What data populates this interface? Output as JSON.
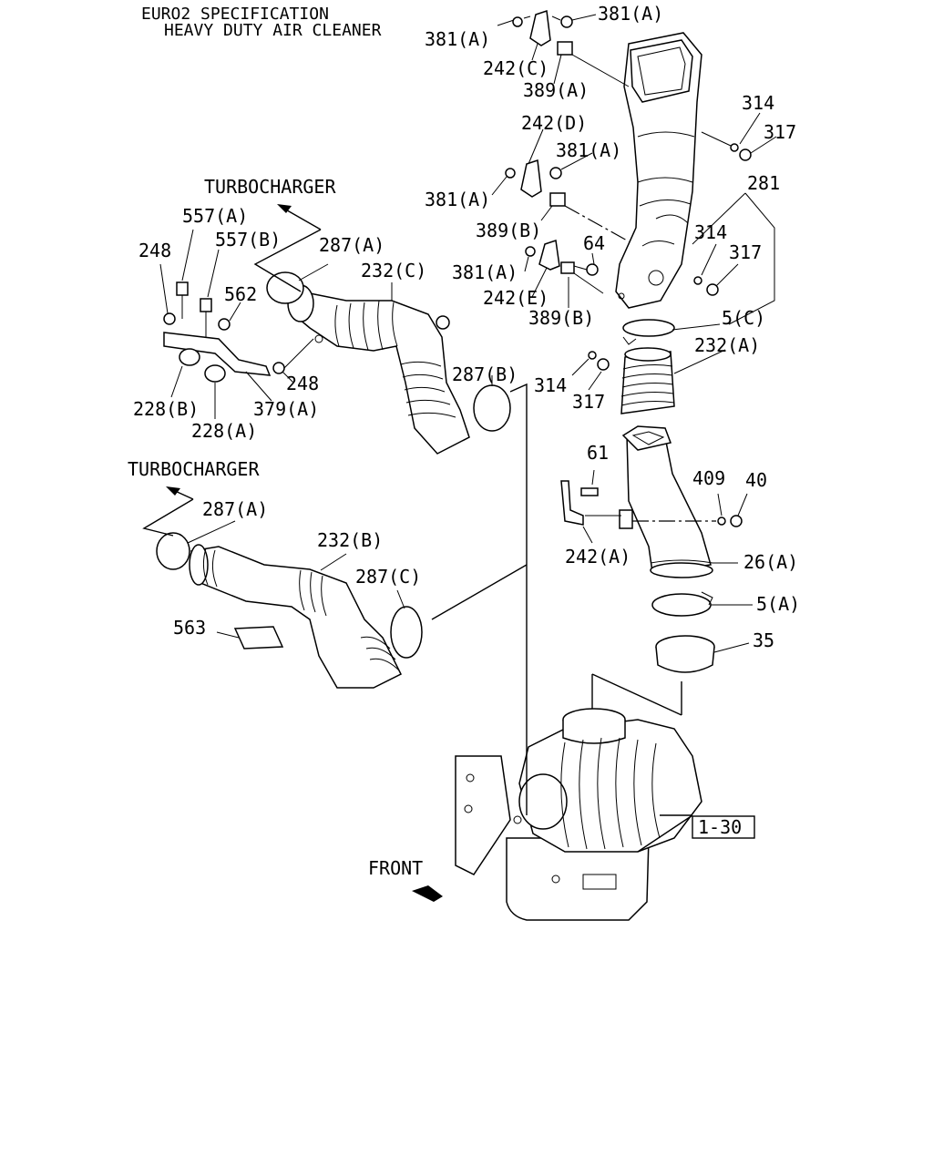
{
  "header": {
    "line1": "EURO2 SPECIFICATION",
    "line2": "HEAVY DUTY AIR CLEANER"
  },
  "notes": {
    "turbocharger_top": "TURBOCHARGER",
    "turbocharger_mid": "TURBOCHARGER",
    "front": "FRONT",
    "ref_box": "1-30"
  },
  "labels": {
    "p381a_1": "381(A)",
    "p381a_2": "381(A)",
    "p242c": "242(C)",
    "p389a": "389(A)",
    "p314_1": "314",
    "p317_1": "317",
    "p242d": "242(D)",
    "p381a_3": "381(A)",
    "p381a_4": "381(A)",
    "p281": "281",
    "p389b_1": "389(B)",
    "p64": "64",
    "p314_2": "314",
    "p317_2": "317",
    "p381a_5": "381(A)",
    "p242e": "242(E)",
    "p389b_2": "389(B)",
    "p5c": "5(C)",
    "p232a": "232(A)",
    "p314_3": "314",
    "p317_3": "317",
    "p557a": "557(A)",
    "p557b": "557(B)",
    "p248_1": "248",
    "p287a_1": "287(A)",
    "p232c": "232(C)",
    "p562": "562",
    "p287b": "287(B)",
    "p248_2": "248",
    "p228b": "228(B)",
    "p379a": "379(A)",
    "p228a": "228(A)",
    "p61": "61",
    "p409": "409",
    "p40": "40",
    "p242a": "242(A)",
    "p26a": "26(A)",
    "p5a": "5(A)",
    "p35": "35",
    "p287a_2": "287(A)",
    "p232b": "232(B)",
    "p287c": "287(C)",
    "p563": "563"
  }
}
